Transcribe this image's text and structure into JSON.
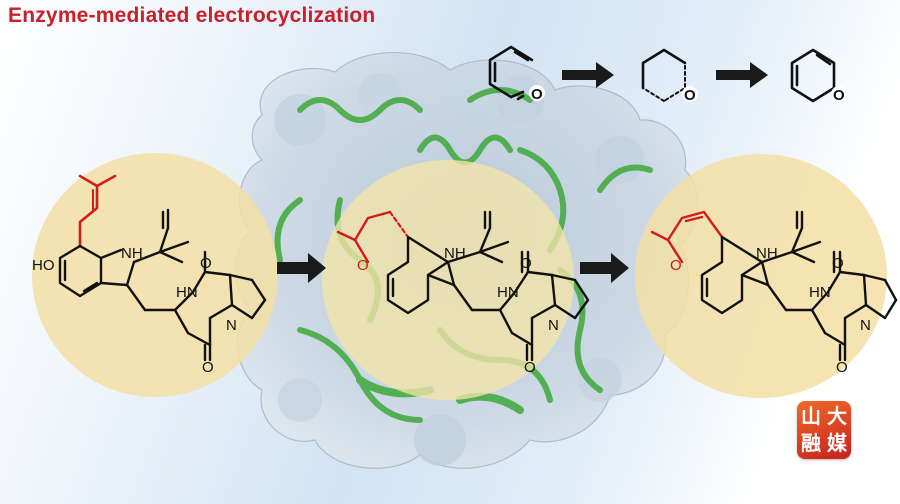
{
  "figure": {
    "title": "Enzyme-mediated electrocyclization",
    "atoms": {
      "o": "O",
      "ho": "HO",
      "nh": "NH",
      "hn": "HN",
      "n": "N"
    },
    "logo_chars": [
      "山",
      "大",
      "融",
      "媒"
    ],
    "colors": {
      "title": "#c8202a",
      "highlight": "#d01c1c",
      "bond": "#111111",
      "arrow": "#1a1a1a",
      "protein": "#c9d6e2",
      "helix": "#3fa83a",
      "circle": "#f3dfa4",
      "logo": "#e0471f"
    },
    "icons": [
      "reaction-arrow-icon",
      "logo-badge-icon"
    ]
  }
}
